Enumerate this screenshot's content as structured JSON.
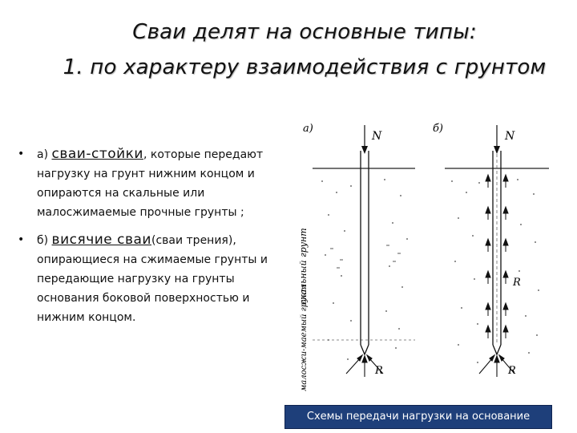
{
  "title": {
    "line1": "Сваи делят на основные типы:",
    "line2": "1. по характеру взаимодействия с грунтом"
  },
  "bullets": [
    {
      "marker": "•",
      "prefix": "а) ",
      "term": "сваи-стойки",
      "text": ", которые передают нагрузку на грунт нижним концом и опираются на скальные или малосжимаемые прочные грунты ;"
    },
    {
      "marker": "•",
      "prefix": "б) ",
      "term": "висячие сваи",
      "text": "(сваи трения), опирающиеся на сжимаемые грунты и передающие нагрузку на грунты основания боковой поверхностью и нижним концом."
    }
  ],
  "diagram": {
    "panel_a_label": "а)",
    "panel_b_label": "б)",
    "load_label_a": "N",
    "load_label_b": "N",
    "soil_label_rock": "скальный грунт",
    "soil_label_low": "малосжи-маемый грунт",
    "reaction_a": "R",
    "reaction_b_side": "R",
    "reaction_b_tip": "R"
  },
  "caption": "Схемы передачи нагрузки на основание"
}
